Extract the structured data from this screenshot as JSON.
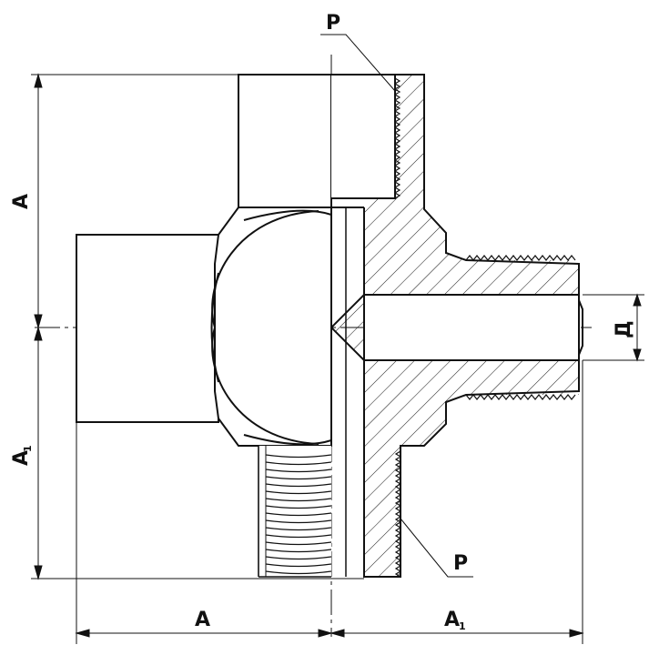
{
  "drawing": {
    "labels": {
      "thread_top": "P",
      "thread_bottom": "P",
      "dim_vertical_upper": "A",
      "dim_vertical_lower_main": "A",
      "dim_vertical_lower_sub": "1",
      "dim_horizontal_left": "A",
      "dim_horizontal_right_main": "A",
      "dim_horizontal_right_sub": "1",
      "dim_bore": "Д"
    },
    "colors": {
      "line": "#111111",
      "background": "#ffffff"
    }
  }
}
